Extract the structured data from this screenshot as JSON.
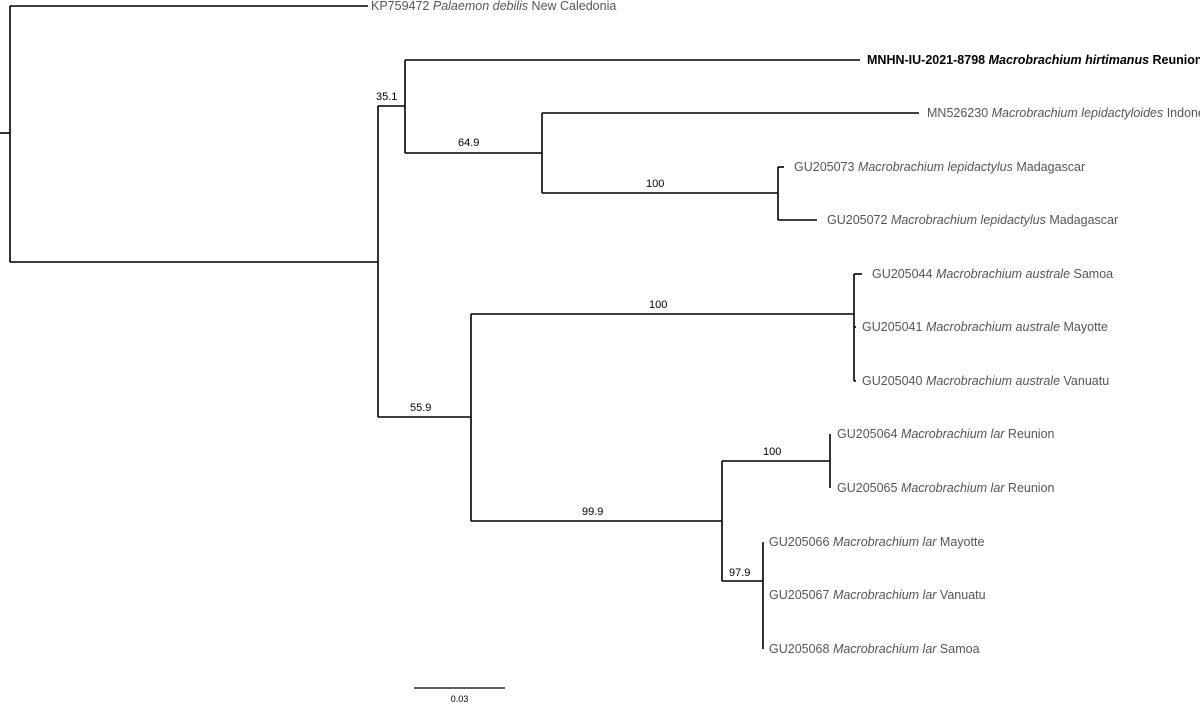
{
  "tree": {
    "tips": [
      {
        "id": "debilis",
        "accession": "KP759472",
        "species": "Palaemon debilis",
        "locality": "New Caledonia",
        "highlight": false
      },
      {
        "id": "hirtimanus",
        "accession": "MNHN-IU-2021-8798",
        "species": "Macrobrachium hirtimanus",
        "locality": "Reunion",
        "highlight": true
      },
      {
        "id": "lepidactyloides",
        "accession": "MN526230",
        "species": "Macrobrachium lepidactyloides",
        "locality": "Indonesia",
        "highlight": false
      },
      {
        "id": "lepid73",
        "accession": "GU205073",
        "species": "Macrobrachium lepidactylus",
        "locality": "Madagascar",
        "highlight": false
      },
      {
        "id": "lepid72",
        "accession": "GU205072",
        "species": "Macrobrachium lepidactylus",
        "locality": "Madagascar",
        "highlight": false
      },
      {
        "id": "austr44",
        "accession": "GU205044",
        "species": "Macrobrachium australe",
        "locality": "Samoa",
        "highlight": false
      },
      {
        "id": "austr41",
        "accession": "GU205041",
        "species": "Macrobrachium australe",
        "locality": "Mayotte",
        "highlight": false
      },
      {
        "id": "austr40",
        "accession": "GU205040",
        "species": "Macrobrachium australe",
        "locality": "Vanuatu",
        "highlight": false
      },
      {
        "id": "lar64",
        "accession": "GU205064",
        "species": "Macrobrachium lar",
        "locality": "Reunion",
        "highlight": false
      },
      {
        "id": "lar65",
        "accession": "GU205065",
        "species": "Macrobrachium lar",
        "locality": "Reunion",
        "highlight": false
      },
      {
        "id": "lar66",
        "accession": "GU205066",
        "species": "Macrobrachium lar",
        "locality": "Mayotte",
        "highlight": false
      },
      {
        "id": "lar67",
        "accession": "GU205067",
        "species": "Macrobrachium lar",
        "locality": "Vanuatu",
        "highlight": false
      },
      {
        "id": "lar68",
        "accession": "GU205068",
        "species": "Macrobrachium lar",
        "locality": "Samoa",
        "highlight": false
      }
    ],
    "support_values": [
      {
        "node": "macrobrachium",
        "value": "35.1"
      },
      {
        "node": "lepidactylus-group",
        "value": "64.9"
      },
      {
        "node": "lepidactylus-madagascar",
        "value": "100"
      },
      {
        "node": "australe-lar",
        "value": "55.9"
      },
      {
        "node": "australe",
        "value": "100"
      },
      {
        "node": "lar",
        "value": "99.9"
      },
      {
        "node": "lar-reunion",
        "value": "100"
      },
      {
        "node": "lar-mayotte-vanuatu-samoa",
        "value": "97.9"
      }
    ],
    "scale_bar": {
      "label": "0.03",
      "length_substitutions": 0.03
    }
  }
}
